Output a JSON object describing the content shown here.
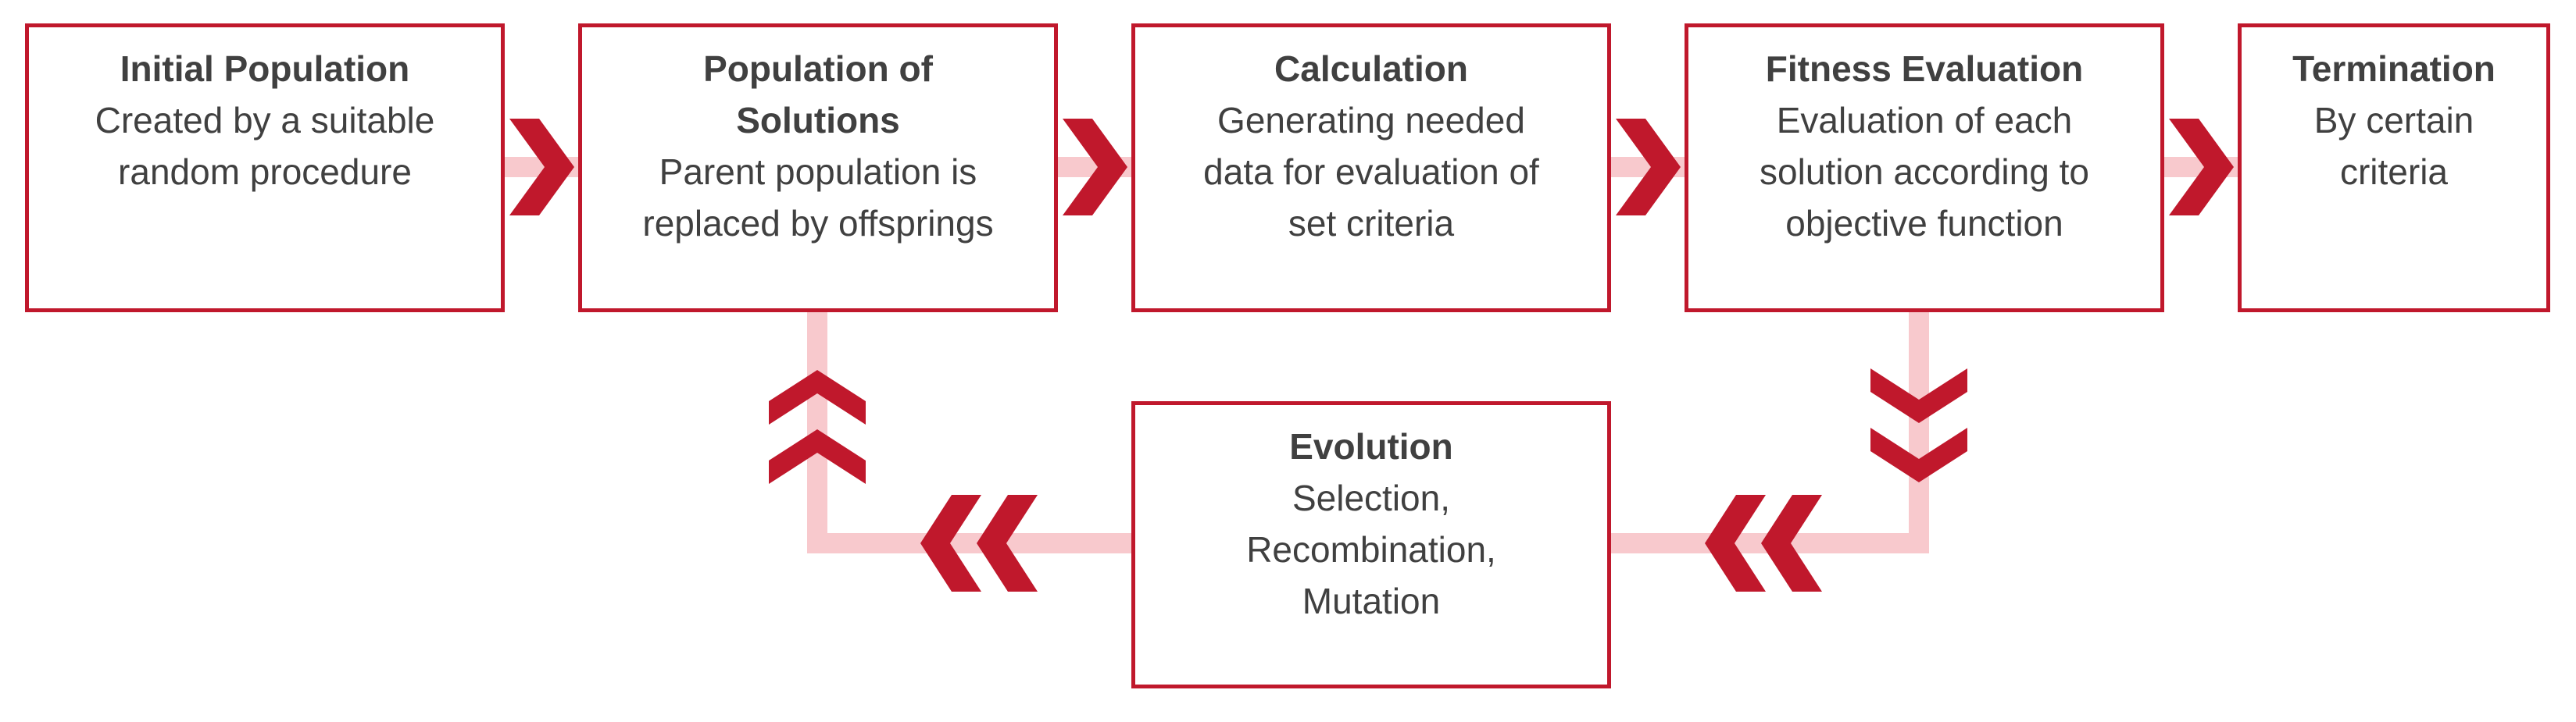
{
  "colors": {
    "box_border": "#c0182c",
    "chevron": "#c0182c",
    "connector": "#f8c9cd",
    "text": "#404040"
  },
  "steps": [
    {
      "title": "Initial Population",
      "description": "Created by a suitable\nrandom procedure"
    },
    {
      "title": "Population of\nSolutions",
      "description": "Parent population is\nreplaced by offsprings"
    },
    {
      "title": "Calculation",
      "description": "Generating needed\ndata for evaluation of\nset criteria"
    },
    {
      "title": "Fitness Evaluation",
      "description": "Evaluation of each\nsolution according to\nobjective function"
    },
    {
      "title": "Termination",
      "description": "By certain\ncriteria"
    }
  ],
  "evolution": {
    "title": "Evolution",
    "description": "Selection,\nRecombination,\nMutation"
  },
  "icons": {
    "forward_arrow": "chevron-right-icon",
    "loop_down": "double-chevron-down-icon",
    "loop_left": "double-chevron-left-icon",
    "loop_up": "double-chevron-up-icon"
  }
}
